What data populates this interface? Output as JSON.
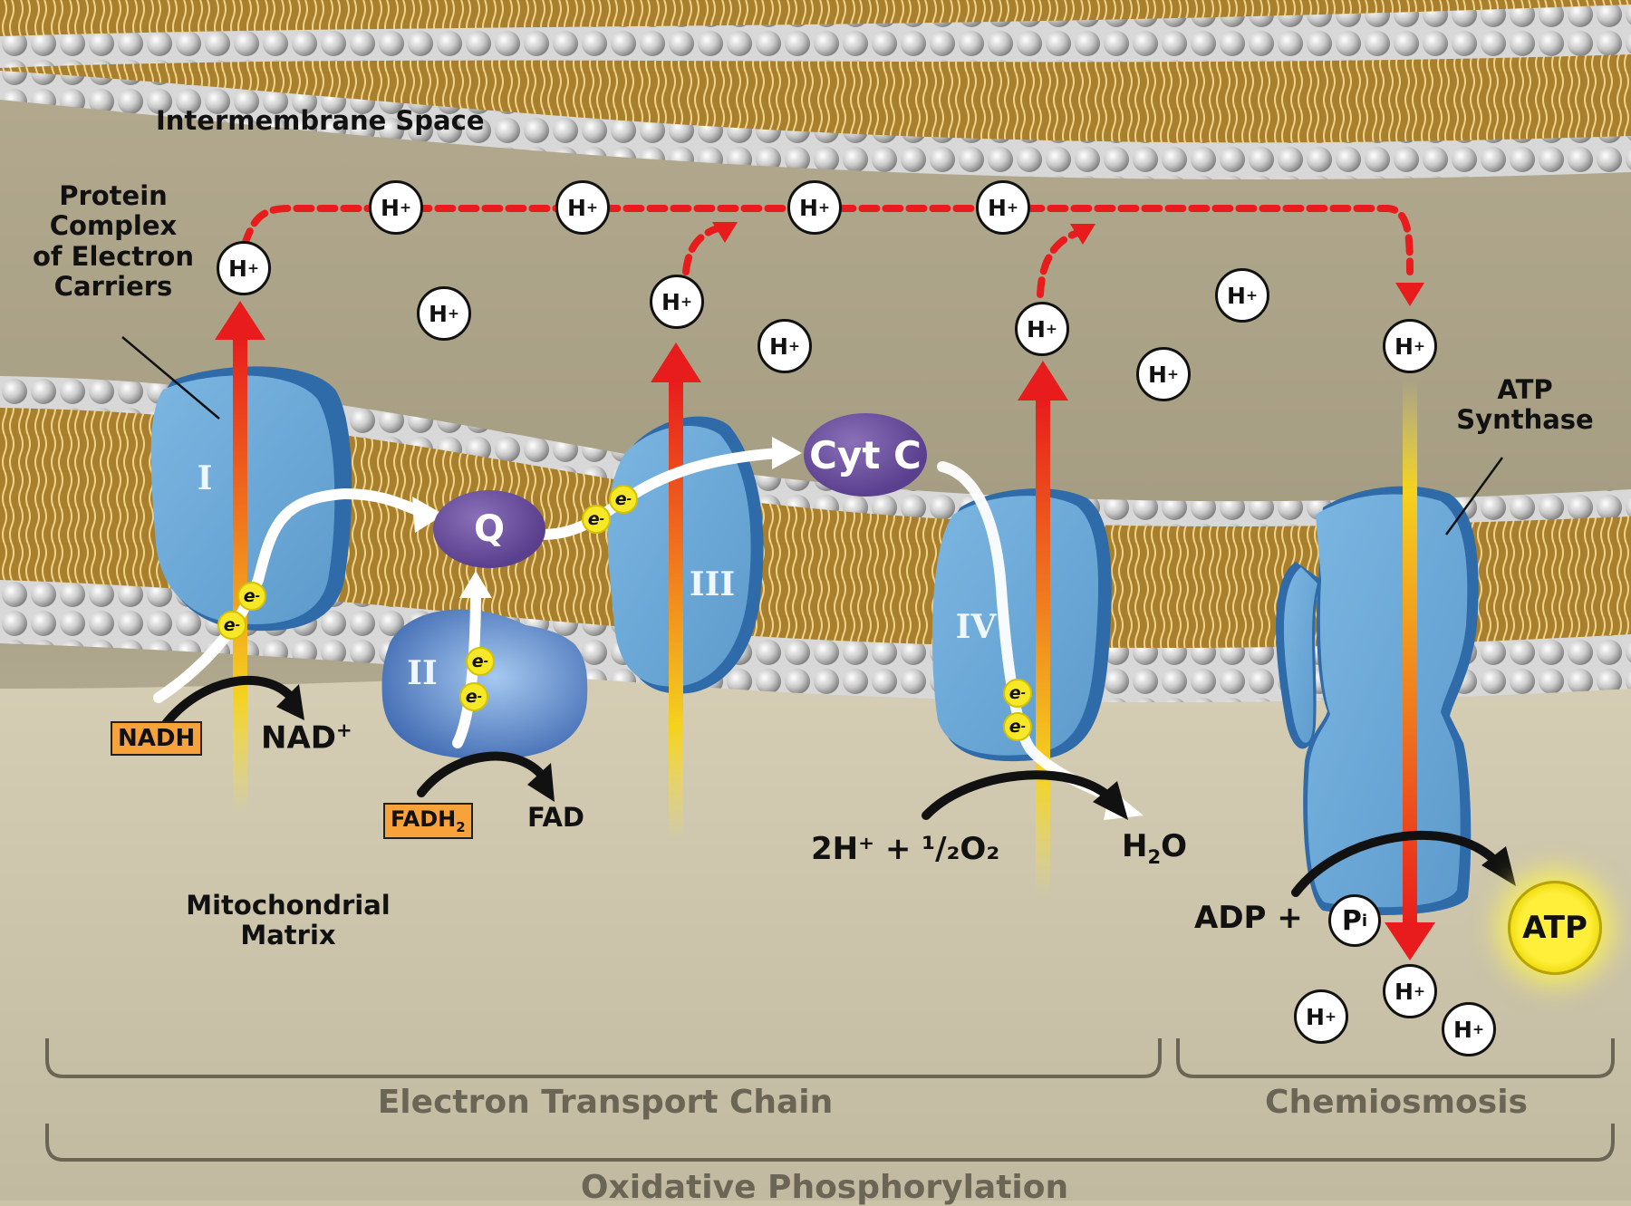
{
  "labels": {
    "intermembrane_space": "Intermembrane Space",
    "protein_complex": [
      "Protein",
      "Complex",
      "of Electron",
      "Carriers"
    ],
    "mitochondrial_matrix": [
      "Mitochondrial",
      "Matrix"
    ],
    "atp_synthase": [
      "ATP",
      "Synthase"
    ]
  },
  "complexes": {
    "c1": "I",
    "c2": "II",
    "c3": "III",
    "c4": "IV"
  },
  "carriers": {
    "q": "Q",
    "cytc": "Cyt C"
  },
  "proton": {
    "symbol": "H",
    "charge": "+"
  },
  "electron": {
    "symbol": "e",
    "charge": "-"
  },
  "reactions": {
    "nadh": "NADH",
    "nad_plus": "NAD",
    "nad_plus_charge": "+",
    "fadh2": "FADH",
    "fadh2_sub": "2",
    "fad": "FAD",
    "oxygen_reactant": "2H⁺ + ¹/₂O₂",
    "water_h": "H",
    "water_sub": "2",
    "water_o": "O",
    "adp": "ADP +",
    "pi_p": "P",
    "pi_sub": "i",
    "atp": "ATP"
  },
  "sections": {
    "etc": "Electron Transport Chain",
    "chemiosmosis": "Chemiosmosis",
    "oxphos": "Oxidative Phosphorylation"
  },
  "colors": {
    "complex_blue": "#6aa8d6",
    "complex_edge": "#2f6aa9",
    "lipid_tan": "#a8802d",
    "head_gray": "#9a9a9a",
    "proton_path": "#e81c1c",
    "carrier_purple": "#5a3f8e",
    "tag_orange": "#f7a23b",
    "atp_yellow": "#ffef3a"
  }
}
